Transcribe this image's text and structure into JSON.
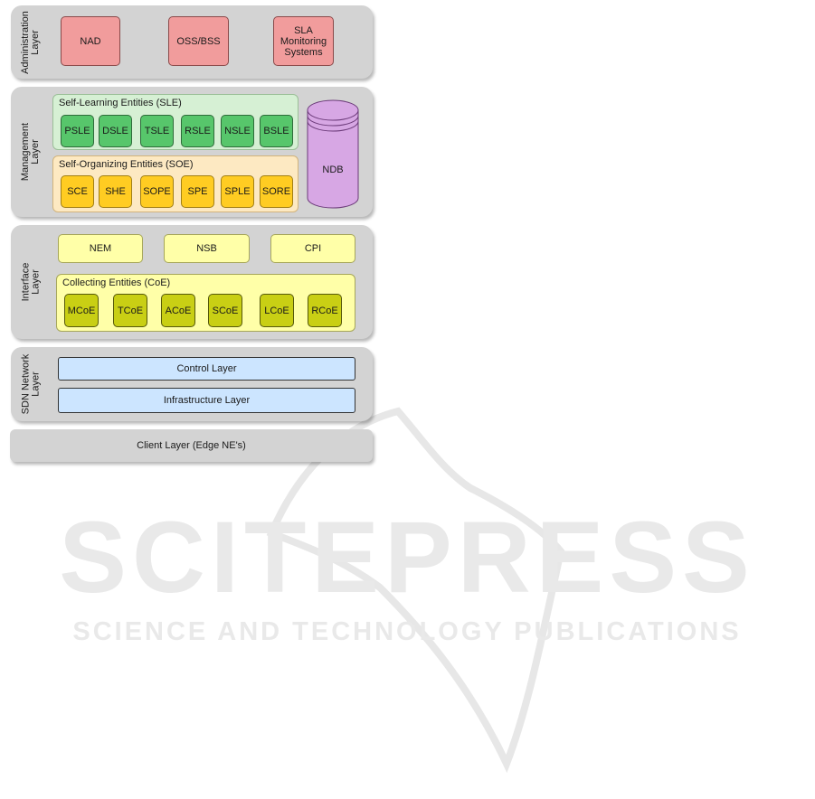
{
  "administration": {
    "label": "Administration\nLayer",
    "items": [
      "NAD",
      "OSS/BSS",
      "SLA\nMonitoring\nSystems"
    ]
  },
  "management": {
    "label": "Management\nLayer",
    "sle": {
      "title": "Self-Learning Entities (SLE)",
      "items": [
        "PSLE",
        "DSLE",
        "TSLE",
        "RSLE",
        "NSLE",
        "BSLE"
      ]
    },
    "soe": {
      "title": "Self-Organizing Entities (SOE)",
      "items": [
        "SCE",
        "SHE",
        "SOPE",
        "SPE",
        "SPLE",
        "SORE"
      ]
    },
    "ndb": "NDB"
  },
  "interface": {
    "label": "Interface\nLayer",
    "items": [
      "NEM",
      "NSB",
      "CPI"
    ],
    "coe": {
      "title": "Collecting Entities (CoE)",
      "items": [
        "MCoE",
        "TCoE",
        "ACoE",
        "SCoE",
        "LCoE",
        "RCoE"
      ]
    }
  },
  "sdn": {
    "label": "SDN Network\nLayer",
    "control": "Control Layer",
    "infrastructure": "Infrastructure Layer"
  },
  "client": "Client Layer (Edge NE's)",
  "watermark": {
    "title": "SCITEPRESS",
    "subtitle": "SCIENCE AND TECHNOLOGY PUBLICATIONS"
  },
  "colors": {
    "layer": "#d3d3d3",
    "admin_box": "#f19c9c",
    "interface_box": "#ffffa8",
    "sle_group": "#d6f0d4",
    "sle_box": "#57c66b",
    "soe_group": "#fde9c2",
    "soe_box": "#ffcc22",
    "coe_box": "#c9cf14",
    "sdn_box": "#cce5ff",
    "ndb": "#d7a7e4"
  }
}
